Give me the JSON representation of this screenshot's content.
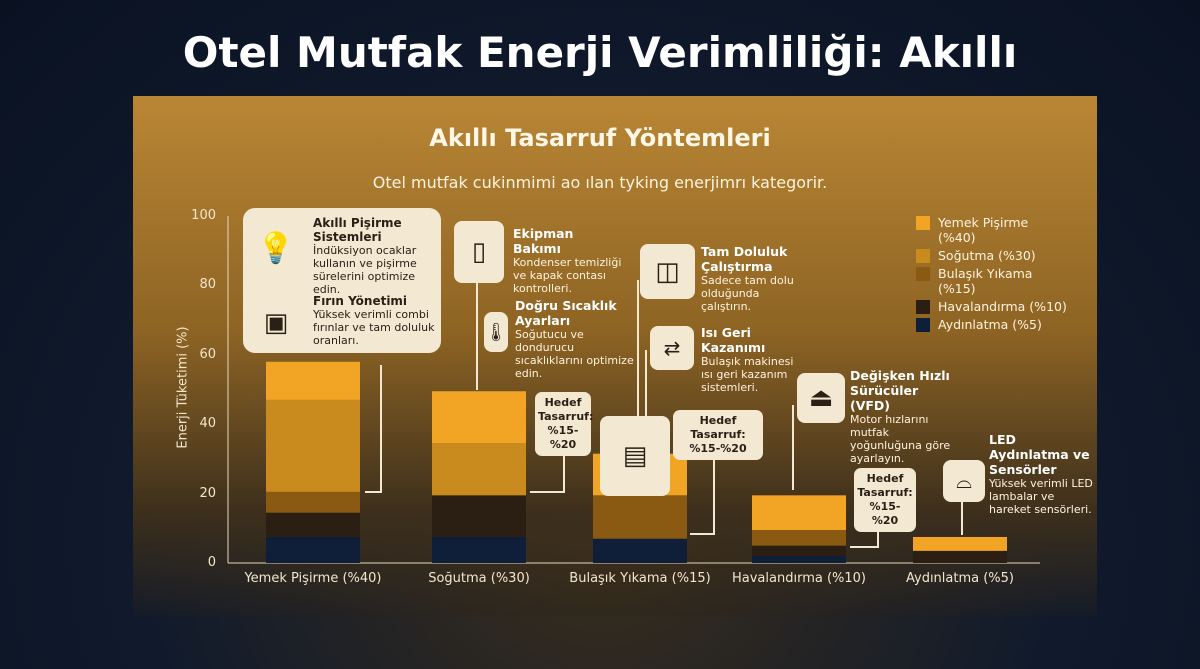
{
  "title": "Otel Mutfak Enerji Verimliliği: Akıllı",
  "subtitle": "Akıllı Tasarruf Yöntemleri",
  "description": "Otel mutfak cukinmimi ao ılan tyking enerjimrı kategorir.",
  "chart_data": {
    "type": "bar",
    "stacked": true,
    "ylabel": "Enerji Tüketimi (%)",
    "ylim": [
      0,
      100
    ],
    "yticks": [
      "0",
      "20",
      "40",
      "60",
      "80",
      "100"
    ],
    "categories": [
      "Yemek Pişirme (%40)",
      "Soğutma (%30)",
      "Bulaşık Yıkama (%15)",
      "Havalandırma (%10)",
      "Aydınlatma (%5)"
    ],
    "series": [
      {
        "name": "Aydınlatma (%5)",
        "color": "#0f1f3a",
        "values": [
          7.5,
          7.5,
          7,
          2,
          0
        ]
      },
      {
        "name": "Havalandırma (%10)",
        "color": "#2a1f12",
        "values": [
          7,
          12,
          0,
          3,
          3.5
        ]
      },
      {
        "name": "Bulaşık Yıkama (%15)",
        "color": "#8a5a12",
        "values": [
          6,
          0,
          12.5,
          4.5,
          0
        ]
      },
      {
        "name": "Soğutma (%30)",
        "color": "#c98b1e",
        "values": [
          26.5,
          15,
          0,
          0,
          0
        ]
      },
      {
        "name": "Yemek Pişirme (%40)",
        "color": "#f2a425",
        "values": [
          11,
          15,
          12,
          10,
          4
        ]
      }
    ],
    "legend_placement": "right",
    "grid": false
  },
  "annotations": {
    "cooking": {
      "t1": "Akıllı Pişirme Sistemleri",
      "d1": "İndüksiyon ocaklar kullanın ve pişirme sürelerini optimize edin.",
      "t2": "Fırın Yönetimi",
      "d2": "Yüksek verimli combi fırınlar ve tam doluluk oranları."
    },
    "maintenance": {
      "t": "Ekipman Bakımı",
      "d": "Kondenser temizliği ve kapak contası kontrolleri."
    },
    "temperature": {
      "t": "Doğru Sıcaklık Ayarları",
      "d": "Soğutucu ve dondurucu sıcaklıklarını optimize edin."
    },
    "fullload": {
      "t": "Tam Doluluk Çalıştırma",
      "d": "Sadece tam dolu olduğunda çalıştırın."
    },
    "heat": {
      "t": "Isı Geri Kazanımı",
      "d": "Bulaşık makinesi ısı geri kazanım sistemleri."
    },
    "vfd": {
      "t": "Değişken Hızlı Sürücüler (VFD)",
      "d": "Motor hızlarını mutfak yoğunluğuna göre ayarlayın."
    },
    "led": {
      "t": "LED Aydınlatma ve Sensörler",
      "d": "Yüksek verimli LED lambalar ve hareket sensörleri."
    },
    "target1": "Hedef Tasarruf: %15-%20",
    "target2": "Hedef Tasarruf: %15-%20",
    "target3": "Hedef Tasarruf: %15-%20"
  }
}
